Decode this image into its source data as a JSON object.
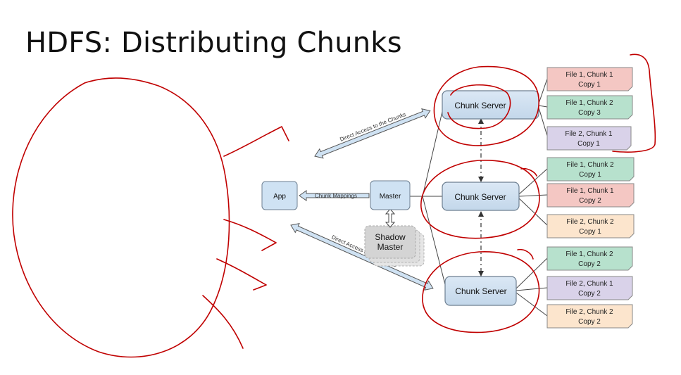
{
  "slide": {
    "title": "HDFS: Distributing Chunks"
  },
  "nodes": {
    "app": "App",
    "master": "Master",
    "shadow_master": [
      "Shadow",
      "Master"
    ],
    "chunk_server": "Chunk Server"
  },
  "edges": {
    "chunk_mappings": "Chunk Mappings",
    "direct_access": "Direct Access to the Chunks"
  },
  "servers": [
    {
      "chunks": [
        {
          "lines": [
            "File 1, Chunk 1",
            "Copy 1"
          ],
          "color": "#f4c7c3"
        },
        {
          "lines": [
            "File 1, Chunk 2",
            "Copy 3"
          ],
          "color": "#b7e1cd"
        },
        {
          "lines": [
            "File 2, Chunk 1",
            "Copy 1"
          ],
          "color": "#d9d2e9"
        }
      ]
    },
    {
      "chunks": [
        {
          "lines": [
            "File 1, Chunk 2",
            "Copy 1"
          ],
          "color": "#b7e1cd"
        },
        {
          "lines": [
            "File 1, Chunk 1",
            "Copy 2"
          ],
          "color": "#f4c7c3"
        },
        {
          "lines": [
            "File 2, Chunk 2",
            "Copy 1"
          ],
          "color": "#fce5cd"
        }
      ]
    },
    {
      "chunks": [
        {
          "lines": [
            "File 1, Chunk 2",
            "Copy 2"
          ],
          "color": "#b7e1cd"
        },
        {
          "lines": [
            "File 2, Chunk 1",
            "Copy 2"
          ],
          "color": "#d9d2e9"
        },
        {
          "lines": [
            "File 2, Chunk 2",
            "Copy 2"
          ],
          "color": "#fce5cd"
        }
      ]
    }
  ],
  "colors": {
    "node_fill": "#cfe2f3",
    "node_stroke": "#6d7f91",
    "annotation": "#c00000",
    "shadow_fill": "#d9d9d9"
  }
}
